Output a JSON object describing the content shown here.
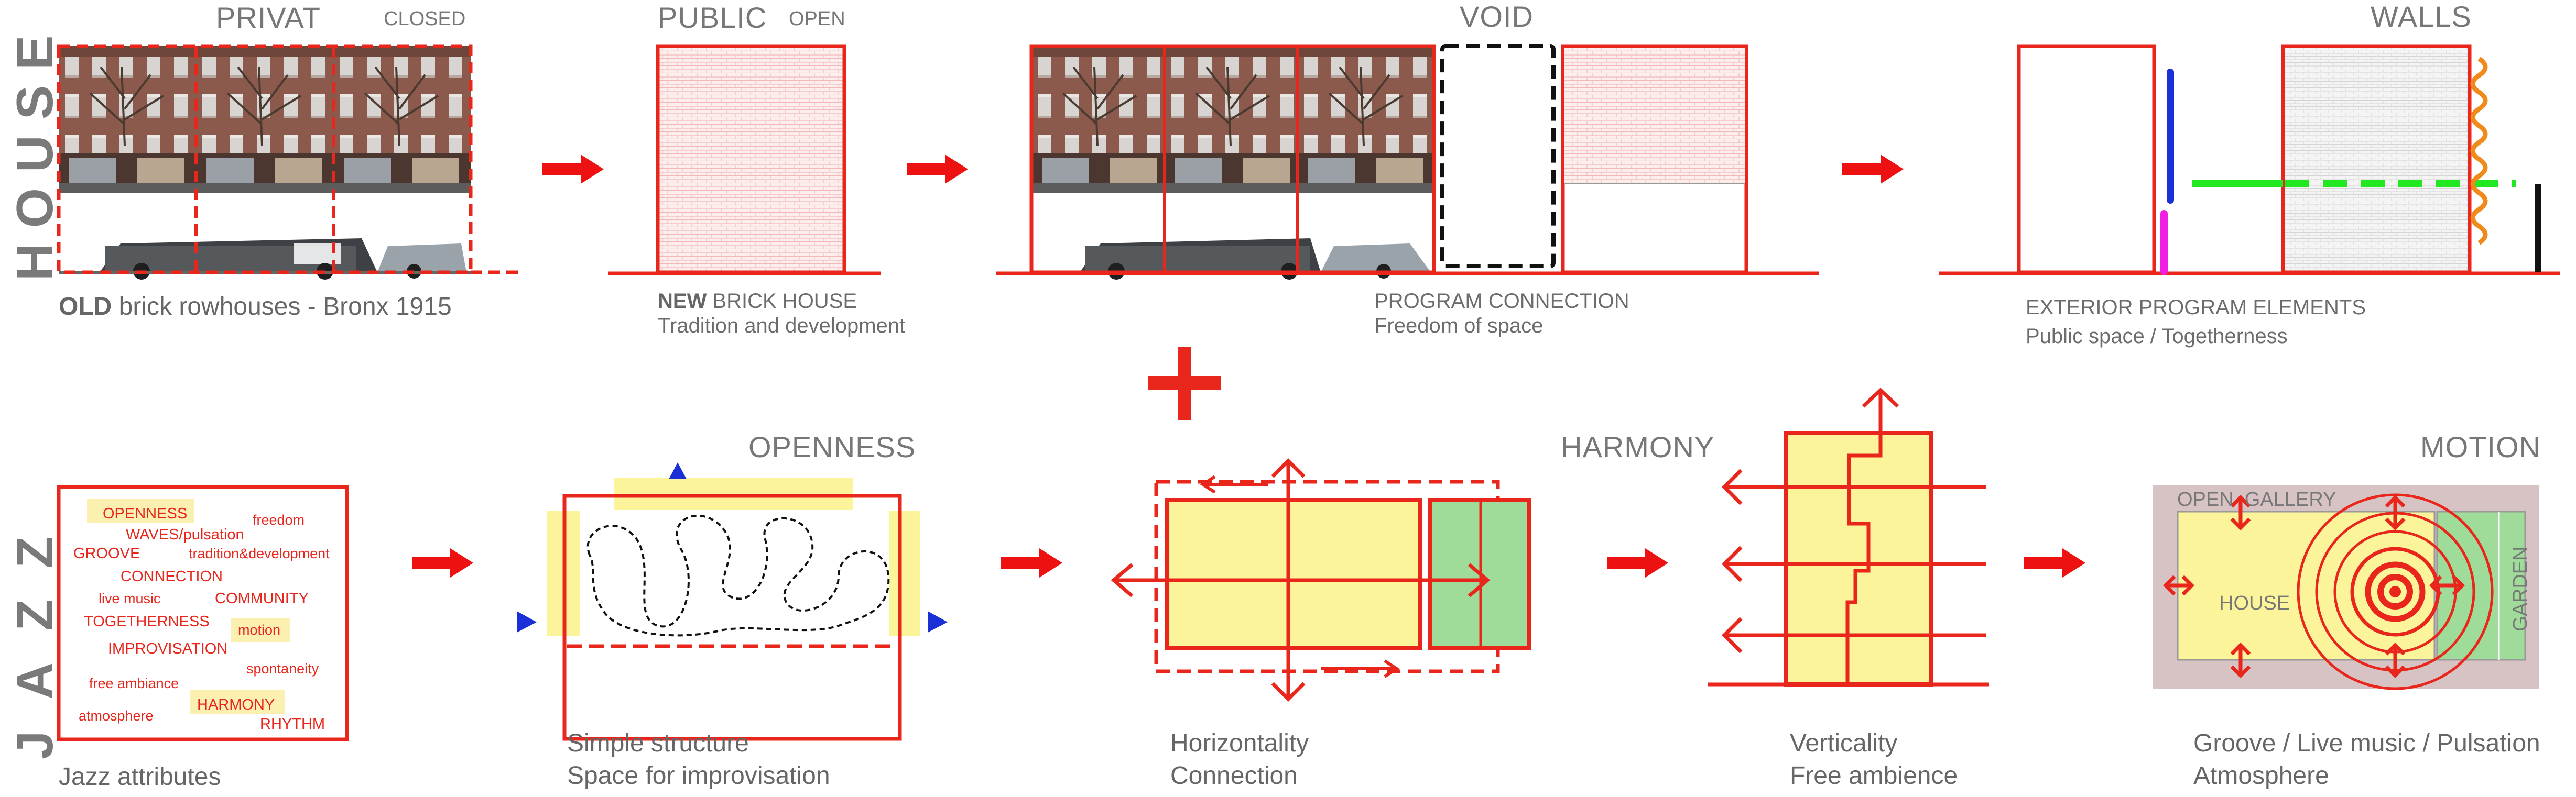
{
  "row_labels": {
    "top": "HOUSE",
    "bottom": "JAZZ"
  },
  "top_row": {
    "privat": {
      "title": "PRIVAT",
      "tag": "CLOSED",
      "caption_bold": "OLD",
      "caption_rest": " brick rowhouses - Bronx 1915"
    },
    "public": {
      "title": "PUBLIC",
      "tag": "OPEN",
      "caption_bold": "NEW",
      "caption_rest": " BRICK HOUSE",
      "caption_line2": "Tradition and development"
    },
    "void": {
      "title": "VOID",
      "caption_line1": "PROGRAM CONNECTION",
      "caption_line2": "Freedom of space"
    },
    "walls": {
      "title": "WALLS",
      "caption_line1": "EXTERIOR PROGRAM ELEMENTS",
      "caption_line2": "Public space / Togetherness"
    }
  },
  "bottom_row": {
    "attributes": {
      "caption": "Jazz attributes",
      "words": [
        "OPENNESS",
        "freedom",
        "WAVES/pulsation",
        "GROOVE",
        "tradition&development",
        "CONNECTION",
        "live music",
        "COMMUNITY",
        "TOGETHERNESS",
        "motion",
        "IMPROVISATION",
        "free  ambiance",
        "spontaneity",
        "HARMONY",
        "atmosphere",
        "RHYTHM"
      ]
    },
    "openness": {
      "title": "OPENNESS",
      "caption_line1": "Simple structure",
      "caption_line2": "Space for improvisation"
    },
    "horizontality": {
      "caption_line1": "Horizontality",
      "caption_line2": "Connection"
    },
    "harmony": {
      "title": "HARMONY",
      "caption_line1": "Verticality",
      "caption_line2": "Free ambience"
    },
    "motion": {
      "title": "MOTION",
      "caption_line1": "Groove / Live music / Pulsation",
      "caption_line2": "Atmosphere",
      "open_gallery": "OPEN  GALLERY",
      "house": "HOUSE",
      "garden": "GARDEN"
    }
  },
  "colors": {
    "red": "#e8261c",
    "brick_fill": "#fdecec",
    "yellow": "#fbf49a",
    "green": "#9fdc9a",
    "blue": "#1a2fd6",
    "lime": "#22e822",
    "magenta": "#f01ee0",
    "orange": "#f08a1a",
    "pink_bg": "#d7c3c3",
    "gray_text": "#777777",
    "word_highlight": "#fbf0b0"
  }
}
